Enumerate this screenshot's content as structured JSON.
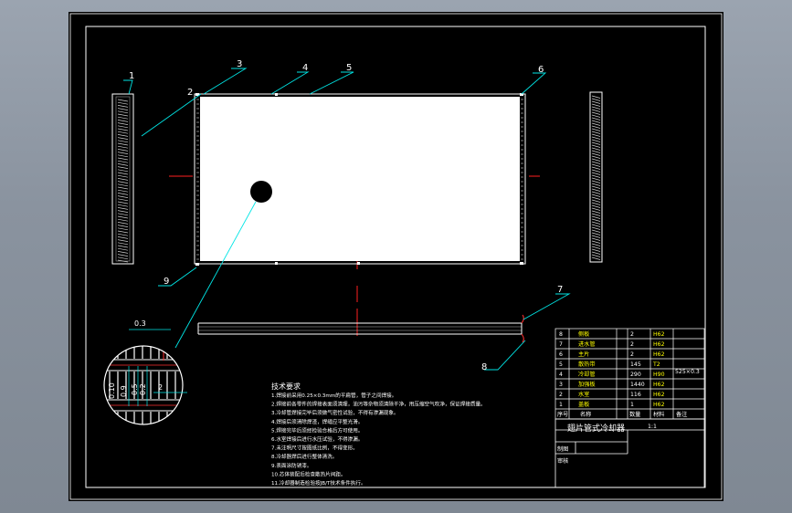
{
  "balloons": [
    "1",
    "2",
    "3",
    "4",
    "5",
    "6",
    "7",
    "8",
    "9"
  ],
  "detail_dims": [
    "0.3",
    "0.10",
    "0.9",
    "0.5",
    "0.2",
    "2"
  ],
  "tech_requirements": {
    "heading": "技术要求",
    "lines": [
      "1.焊接前采用0.25×0.3mm的平扁管，管子之间焊接。",
      "2.焊接前各零件的焊接表面须清理，油污等杂物须清除干净，用压缩空气吹净，保证焊接质量。",
      "3.冷却管焊接完毕后须做气密性试验，不得有渗漏现象。",
      "4.焊接后须清除焊渣，焊缝应平整光滑。",
      "5.焊接完毕后须经检验合格后方可使用。",
      "6.水室焊接后进行水压试验，不得渗漏。",
      "7.未注明尺寸按图纸比例，不得变形。",
      "8.冷却器焊后进行整体清洗。",
      "9.表面涂防锈漆。",
      "10.芯体装配后检查散热片间距。",
      "11.冷却器制造检验按JB/T技术条件执行。"
    ]
  },
  "bom": {
    "rows": [
      {
        "no": "8",
        "name": "侧板",
        "qty": "2",
        "mat": "H62"
      },
      {
        "no": "7",
        "name": "进水管",
        "qty": "2",
        "mat": "H62"
      },
      {
        "no": "6",
        "name": "主片",
        "qty": "2",
        "mat": "H62"
      },
      {
        "no": "5",
        "name": "散热带",
        "qty": "145",
        "mat": "T2"
      },
      {
        "no": "4",
        "name": "冷却管",
        "qty": "290",
        "mat": "H90"
      },
      {
        "no": "3",
        "name": "加强板",
        "qty": "1440",
        "mat": "H62"
      },
      {
        "no": "2",
        "name": "水室",
        "qty": "116",
        "mat": "H62"
      },
      {
        "no": "1",
        "name": "盖板",
        "qty": "1",
        "mat": "H62"
      }
    ],
    "spec_label": "525×0.3",
    "header": {
      "no": "序号",
      "name": "名称",
      "qty": "数量",
      "mat": "材料",
      "note": "备注"
    }
  },
  "title_block": {
    "drawing_title": "翅片管式冷却器",
    "scale": "1:1",
    "role_1": "制图",
    "role_2": "审核"
  }
}
